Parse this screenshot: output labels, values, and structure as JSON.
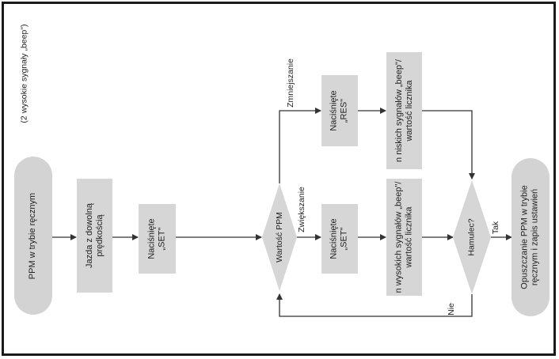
{
  "note": "(2 wysokie sygnały „beep\")",
  "start": "PPM w trybie ręcznym",
  "drive": [
    "Jazda z dowolną",
    "prędkością"
  ],
  "press_set": [
    "Naciśnięte",
    "„SET\""
  ],
  "decision_value": "Wartość PPM",
  "label_decrease": "Zmniejszanie",
  "label_increase": "Zwiększanie",
  "press_res": [
    "Naciśnięte",
    "„RES\""
  ],
  "press_set2": [
    "Naciśnięte",
    "„SET\""
  ],
  "low_beeps": [
    "n niskich sygnałów „beep\"/",
    "wartość licznika"
  ],
  "high_beeps": [
    "n wysokich sygnałów „beep\"/",
    "wartość licznika"
  ],
  "decision_brake": "Hamulec?",
  "label_yes": "Tak",
  "label_no": "Nie",
  "end": [
    "Opuszczanie PPM w trybie",
    "ręcznym i zapis ustawień"
  ],
  "colors": {
    "box_fill": "#d6d6d6",
    "line": "#333333",
    "frame": "#1a1a1a"
  }
}
